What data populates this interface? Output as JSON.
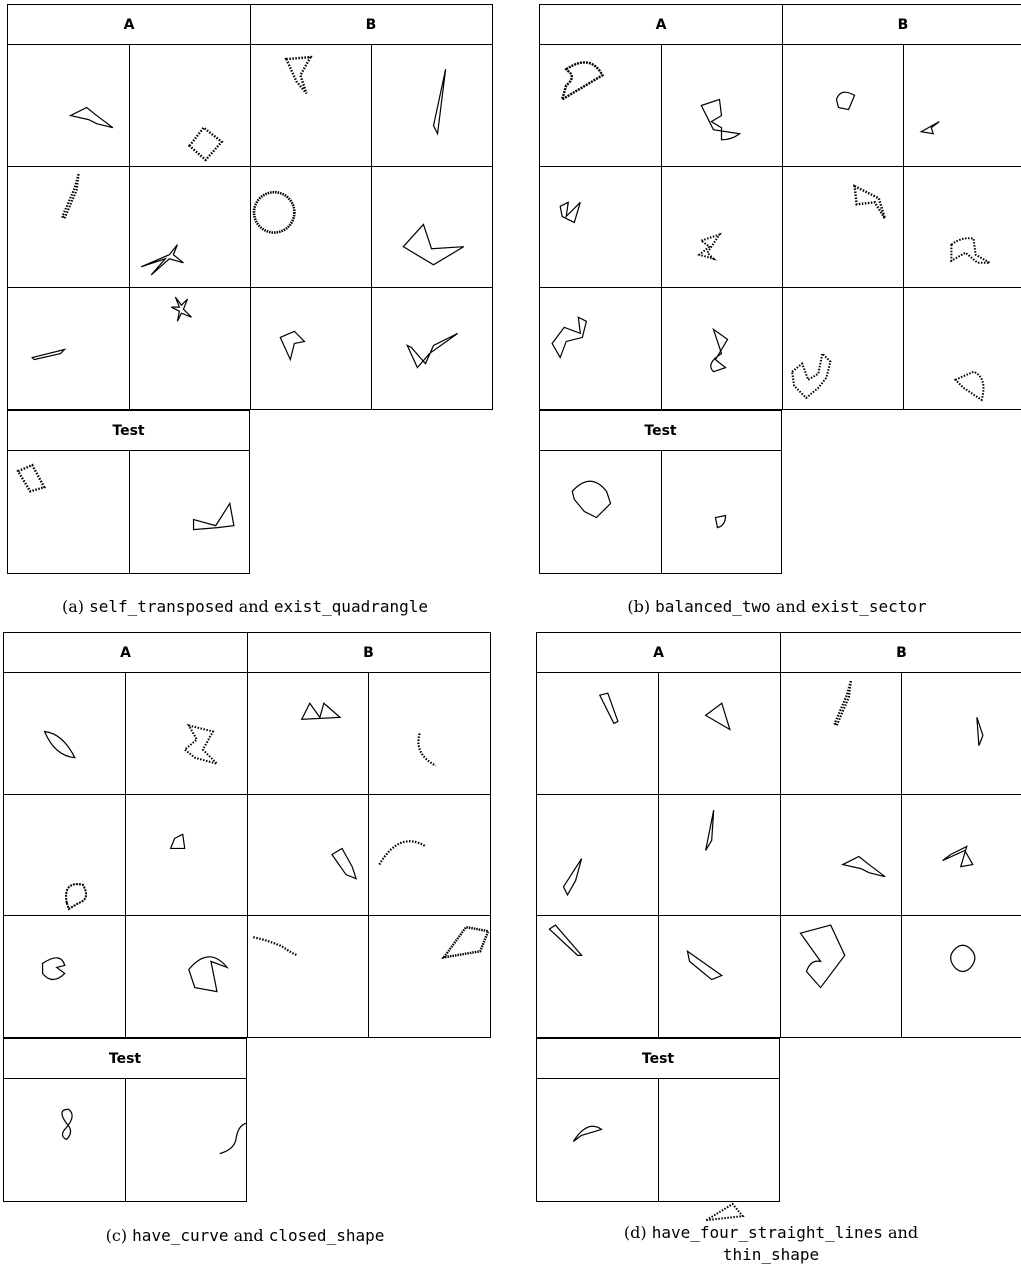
{
  "panels": [
    {
      "group_a_label": "A",
      "group_b_label": "B",
      "test_label": "Test",
      "caption": {
        "prefix": "(a) ",
        "code1": "self_transposed",
        "mid": " and ",
        "code2": "exist_quadrangle"
      },
      "cells": {
        "a": [
          {
            "shape": "bowtie-thin"
          },
          {
            "shape": "diamond-dotted"
          },
          {
            "shape": "needle-dotted"
          },
          {
            "shape": "cross-spiky"
          },
          {
            "shape": "flat-sliver"
          },
          {
            "shape": "star-cross"
          }
        ],
        "b": [
          {
            "shape": "pinch-rect-dotted"
          },
          {
            "shape": "needle"
          },
          {
            "shape": "circle-zigzag"
          },
          {
            "shape": "bowtie-wide"
          },
          {
            "shape": "sector-small"
          },
          {
            "shape": "arrow-fan"
          }
        ],
        "test": [
          {
            "shape": "lozenge-dotted"
          },
          {
            "shape": "hourglass-h"
          }
        ]
      }
    },
    {
      "group_a_label": "A",
      "group_b_label": "B",
      "test_label": "Test",
      "caption": {
        "prefix": "(b) ",
        "code1": "balanced_two",
        "mid": " and ",
        "code2": "exist_sector"
      },
      "cells": {
        "a": [
          {
            "shape": "fan-zigzag"
          },
          {
            "shape": "z-sector"
          },
          {
            "shape": "w-zig"
          },
          {
            "shape": "hourglass-dotted"
          },
          {
            "shape": "fold-sector"
          },
          {
            "shape": "hourglass-v"
          }
        ],
        "b": [
          {
            "shape": "sector-tiny"
          },
          {
            "shape": "tiny-wing"
          },
          {
            "shape": "bowtie-zigzag"
          },
          {
            "shape": "lambda-dotted"
          },
          {
            "shape": "zigzag-cluster"
          },
          {
            "shape": "sector-dotted"
          }
        ],
        "test": [
          {
            "shape": "semicircle-square"
          },
          {
            "shape": "cup-tiny"
          }
        ]
      }
    },
    {
      "group_a_label": "A",
      "group_b_label": "B",
      "test_label": "Test",
      "caption": {
        "prefix": "(c) ",
        "code1": "have_curve",
        "mid": " and ",
        "code2": "closed_shape"
      },
      "cells": {
        "a": [
          {
            "shape": "leaf"
          },
          {
            "shape": "pinwheel-dotted"
          },
          {
            "shape": "pacman-zig"
          },
          {
            "shape": "tiny-sector"
          },
          {
            "shape": "s-pac"
          },
          {
            "shape": "pacman-big"
          }
        ],
        "b": [
          {
            "shape": "double-peak"
          },
          {
            "shape": "hook-dotted"
          },
          {
            "shape": "kite"
          },
          {
            "shape": "arc-dotted"
          },
          {
            "shape": "wave-dotted"
          },
          {
            "shape": "zigzag-flag"
          }
        ],
        "test": [
          {
            "shape": "figure-eight"
          },
          {
            "shape": "s-curve"
          }
        ]
      }
    },
    {
      "group_a_label": "A",
      "group_b_label": "B",
      "test_label": "Test",
      "caption": {
        "prefix": "(d) ",
        "code1": "have_four_straight_lines",
        "mid": " and ",
        "code2": "thin_shape"
      },
      "cells": {
        "a": [
          {
            "shape": "thin-rect"
          },
          {
            "shape": "arrow-thin"
          },
          {
            "shape": "check-tick"
          },
          {
            "shape": "needle-v"
          },
          {
            "shape": "strip-diag"
          },
          {
            "shape": "parallelogram"
          }
        ],
        "b": [
          {
            "shape": "needle-dotted"
          },
          {
            "shape": "tiny-needle"
          },
          {
            "shape": "bowtie-thin"
          },
          {
            "shape": "pinwheel"
          },
          {
            "shape": "square-pentagon"
          },
          {
            "shape": "hourglass-round"
          }
        ],
        "test": [
          {
            "shape": "tri-arc"
          },
          {
            "shape": "triangle-dotted"
          }
        ]
      }
    }
  ]
}
